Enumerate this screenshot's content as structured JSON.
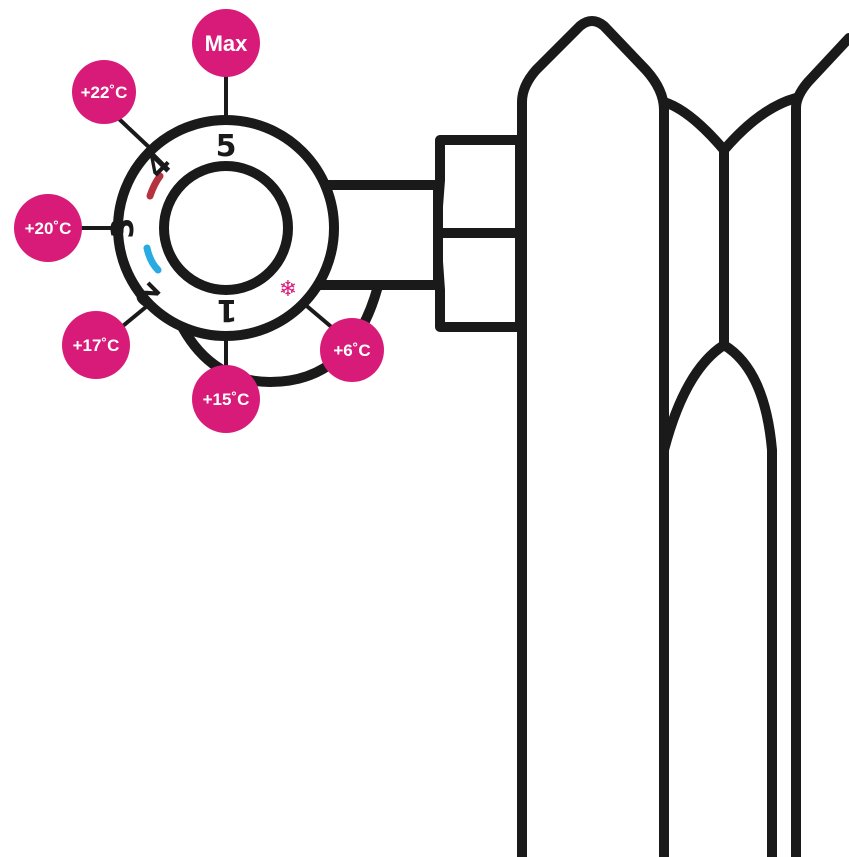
{
  "colors": {
    "badge": "#d81b78",
    "outline": "#1a1a1a",
    "cold_arc": "#29abe2",
    "warm_arc": "#b5333f",
    "background": "#ffffff"
  },
  "dial": {
    "numbers": [
      "1",
      "2",
      "3",
      "4",
      "5"
    ],
    "frost_icon": "snowflake-icon",
    "frost_symbol": "❄"
  },
  "settings": {
    "max": "Max",
    "t22": "+22˚C",
    "t20": "+20˚C",
    "t17": "+17˚C",
    "t15": "+15˚C",
    "t6": "+6˚C"
  }
}
